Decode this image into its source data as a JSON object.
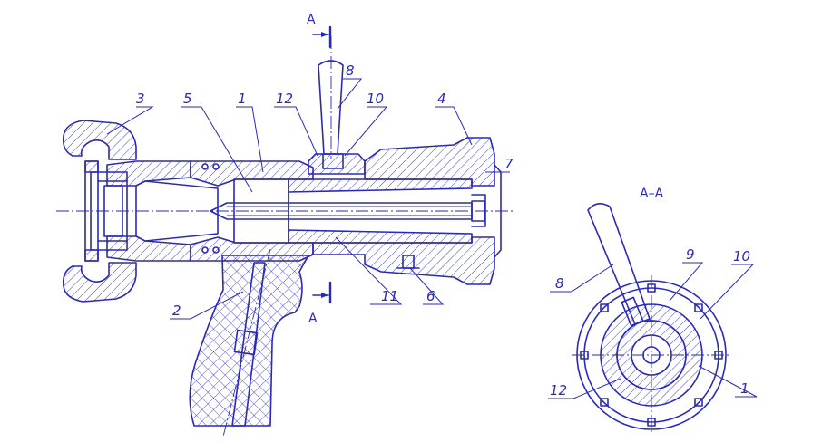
{
  "drawing": {
    "accent_color": "#2a2ab8",
    "section_marker_top": "A",
    "section_marker_bottom": "A",
    "section_title": "A–A",
    "callouts_main": [
      {
        "id": "c3",
        "text": "3"
      },
      {
        "id": "c5",
        "text": "5"
      },
      {
        "id": "c1",
        "text": "1"
      },
      {
        "id": "c12",
        "text": "12"
      },
      {
        "id": "c8",
        "text": "8"
      },
      {
        "id": "c10",
        "text": "10"
      },
      {
        "id": "c4",
        "text": "4"
      },
      {
        "id": "c7",
        "text": "7"
      },
      {
        "id": "c2",
        "text": "2"
      },
      {
        "id": "c11",
        "text": "11"
      },
      {
        "id": "c6",
        "text": "6"
      }
    ],
    "callouts_section": [
      {
        "id": "s8",
        "text": "8"
      },
      {
        "id": "s9",
        "text": "9"
      },
      {
        "id": "s10",
        "text": "10"
      },
      {
        "id": "s12",
        "text": "12"
      },
      {
        "id": "s1",
        "text": "1"
      }
    ]
  }
}
